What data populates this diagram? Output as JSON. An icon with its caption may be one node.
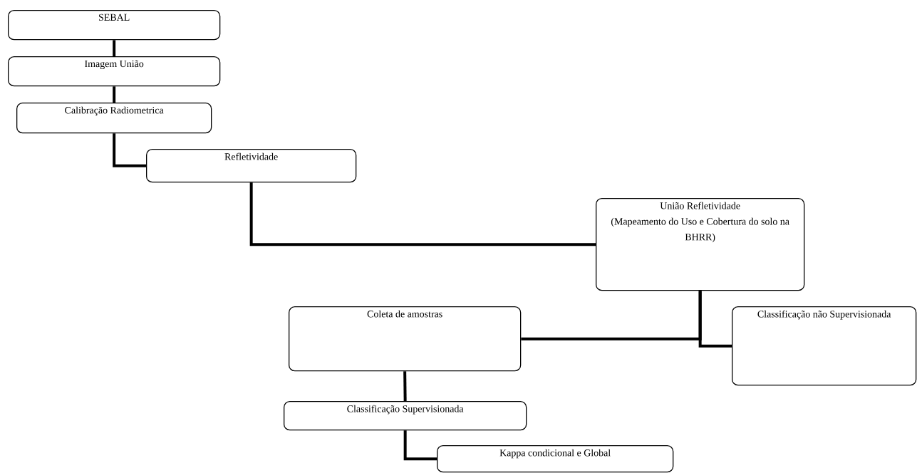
{
  "diagram": {
    "nodes": [
      {
        "text": [
          "SEBAL"
        ]
      },
      {
        "text": [
          "Imagem União"
        ]
      },
      {
        "text": [
          "Calibração Radiometrica"
        ]
      },
      {
        "text": [
          "Refletividade"
        ]
      },
      {
        "text": [
          "União Refletividade",
          "(Mapeamento do Uso e Cobertura do solo na BHRR)"
        ]
      },
      {
        "text": [
          "Coleta de amostras"
        ]
      },
      {
        "text": [
          "Classificação não Supervisionada"
        ]
      },
      {
        "text": [
          "Classificação Supervisionada"
        ]
      },
      {
        "text": [
          "Kappa condicional e Global"
        ]
      }
    ],
    "edges": [
      {
        "from": 0,
        "to": 1,
        "arrow": "none"
      },
      {
        "from": 1,
        "to": 2,
        "arrow": "none"
      },
      {
        "from": 2,
        "to": 3,
        "arrow": "none"
      },
      {
        "from": 3,
        "to": 4,
        "arrow": "none"
      },
      {
        "from": 4,
        "to": 5,
        "arrow": "none"
      },
      {
        "from": 4,
        "to": 6,
        "arrow": "none"
      },
      {
        "from": 5,
        "to": 7,
        "arrow": "none"
      },
      {
        "from": 7,
        "to": 8,
        "arrow": "none"
      }
    ]
  }
}
